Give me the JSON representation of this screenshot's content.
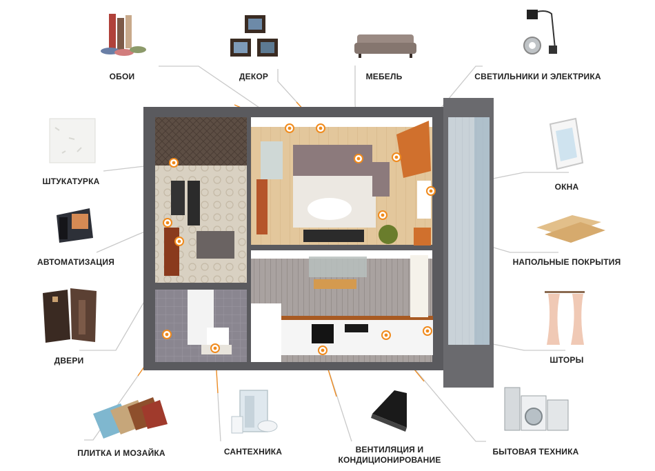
{
  "colors": {
    "accent": "#f08a1c",
    "leader": "#c9c9c9",
    "wall": "#5a5a5e",
    "text": "#222222"
  },
  "categories": [
    {
      "id": "wallpaper",
      "label": "ОБОИ",
      "icon": "wallpaper-rolls-icon"
    },
    {
      "id": "decor",
      "label": "ДЕКОР",
      "icon": "picture-frames-icon"
    },
    {
      "id": "furniture",
      "label": "МЕБЕЛЬ",
      "icon": "sofa-icon"
    },
    {
      "id": "lighting",
      "label": "СВЕТИЛЬНИКИ И ЭЛЕКТРИКА",
      "icon": "floor-lamp-icon"
    },
    {
      "id": "plaster",
      "label": "ШТУКАТУРКА",
      "icon": "plaster-sample-icon"
    },
    {
      "id": "windows",
      "label": "ОКНА",
      "icon": "window-profile-icon"
    },
    {
      "id": "automation",
      "label": "АВТОМАТИЗАЦИЯ",
      "icon": "intercom-panel-icon"
    },
    {
      "id": "flooring",
      "label": "НАПОЛЬНЫЕ ПОКРЫТИЯ",
      "icon": "floor-planks-icon"
    },
    {
      "id": "doors",
      "label": "ДВЕРИ",
      "icon": "doors-icon"
    },
    {
      "id": "curtains",
      "label": "ШТОРЫ",
      "icon": "curtains-icon"
    },
    {
      "id": "tiles",
      "label": "ПЛИТКА И МОЗАЙКА",
      "icon": "tile-samples-icon"
    },
    {
      "id": "plumbing",
      "label": "САНТЕХНИКА",
      "icon": "shower-cabin-icon"
    },
    {
      "id": "ventilation",
      "label": "ВЕНТИЛЯЦИЯ И КОНДИЦИОНИРОВАНИЕ",
      "icon": "cooker-hood-icon"
    },
    {
      "id": "appliances",
      "label": "БЫТОВАЯ ТЕХНИКА",
      "icon": "home-appliances-icon"
    }
  ]
}
